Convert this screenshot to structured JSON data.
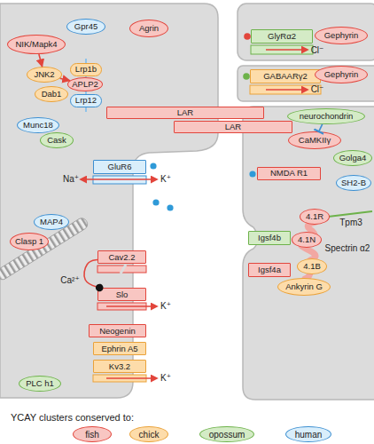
{
  "diagram": {
    "nodes": [
      {
        "text": [
          "Gpr45"
        ]
      },
      {
        "text": [
          "Agrin"
        ]
      },
      {
        "text": [
          "NIK/Mapk4"
        ]
      },
      {
        "text": [
          "JNK2"
        ]
      },
      {
        "text": [
          "Lrp1b"
        ]
      },
      {
        "text": [
          "APLP2"
        ]
      },
      {
        "text": [
          "Dab1"
        ]
      },
      {
        "text": [
          "Lrp12"
        ]
      },
      {
        "text": [
          "GlyRα2"
        ]
      },
      {
        "text": [
          "Gephyrin"
        ]
      },
      {
        "text": [
          "GABAARγ2"
        ]
      },
      {
        "text": [
          "Gephyrin"
        ]
      },
      {
        "text": [
          "Munc18"
        ]
      },
      {
        "text": [
          "Cask"
        ]
      },
      {
        "text": [
          "LAR"
        ]
      },
      {
        "text": [
          "LAR"
        ]
      },
      {
        "text": [
          "neurochondrin"
        ]
      },
      {
        "text": [
          "CaMKIIγ"
        ]
      },
      {
        "text": [
          "GluR6"
        ]
      },
      {
        "text": [
          "Golga4"
        ]
      },
      {
        "text": [
          "NMDA R1"
        ]
      },
      {
        "text": [
          "SH2-B"
        ]
      },
      {
        "text": [
          "MAP4"
        ]
      },
      {
        "text": [
          "Clasp 1"
        ]
      },
      {
        "text": [
          "Cav2.2"
        ]
      },
      {
        "text": [
          "4.1R"
        ]
      },
      {
        "text": [
          "Slo"
        ]
      },
      {
        "text": [
          "Igsf4b"
        ]
      },
      {
        "text": [
          "4.1N"
        ]
      },
      {
        "text": [
          "Igsf4a"
        ]
      },
      {
        "text": [
          "4.1B"
        ]
      },
      {
        "text": [
          "Neogenin"
        ]
      },
      {
        "text": [
          "Ephrin A5"
        ]
      },
      {
        "text": [
          "Ankyrin G"
        ]
      },
      {
        "text": [
          "Kv3.2"
        ]
      },
      {
        "text": [
          "PLC h1"
        ]
      }
    ],
    "edges": [
      {
        "from": 2,
        "to": 3,
        "arrow": "to"
      },
      {
        "from": 3,
        "to": 5,
        "arrow": "to"
      },
      {
        "from": 16,
        "to": 17,
        "arrow": "to"
      },
      {
        "from": 24,
        "to": 26,
        "arrow": "to"
      }
    ],
    "labels": [
      "Na⁺",
      "K⁺",
      "Ca²⁺",
      "K⁺",
      "K⁺",
      "Cl⁻",
      "Cl⁻",
      "Tpm3",
      "Spectrin α2",
      "YCAY clusters conserved to:"
    ],
    "legend": [
      {
        "text": "fish",
        "color": "#f8c6c2"
      },
      {
        "text": "chick",
        "color": "#fddcaa"
      },
      {
        "text": "opossum",
        "color": "#d4ebc6"
      },
      {
        "text": "human",
        "color": "#d9eefb"
      }
    ]
  }
}
